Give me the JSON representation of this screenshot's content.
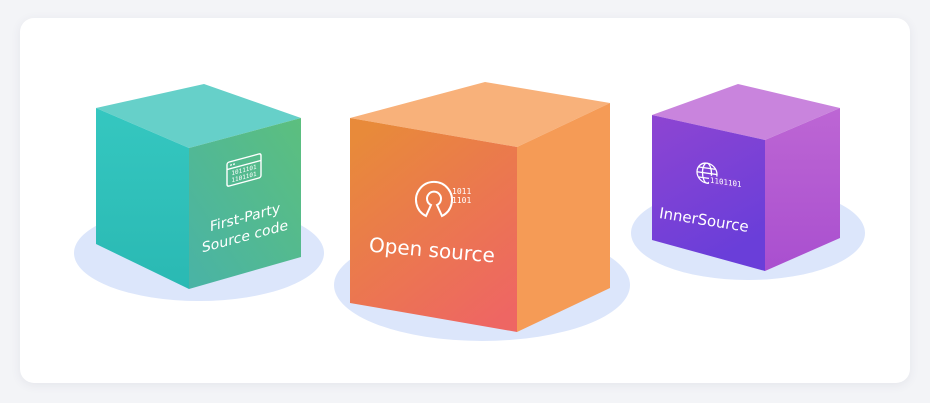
{
  "cubes": [
    {
      "id": "first-party",
      "label_line1": "First-Party",
      "label_line2": "Source code",
      "icon": "code-window-icon",
      "colors": {
        "top": "#66cfc8",
        "left": "#2fc1bb",
        "front_start": "#49b6a5",
        "front_end": "#55c08a",
        "shadow": "#dce6fb"
      }
    },
    {
      "id": "open-source",
      "label": "Open source",
      "icon": "open-source-logo-icon",
      "colors": {
        "top": "#f8b079",
        "left_start": "#e88a3c",
        "left_end": "#ee6a62",
        "right": "#f59a55",
        "shadow": "#dce6fb"
      }
    },
    {
      "id": "innersource",
      "label": "InnerSource",
      "icon": "globe-binary-icon",
      "colors": {
        "top": "#c983dc",
        "front_start": "#8a44d4",
        "front_end": "#6a3fd8",
        "right": "#b55ed1",
        "shadow": "#dce6fb"
      }
    }
  ]
}
